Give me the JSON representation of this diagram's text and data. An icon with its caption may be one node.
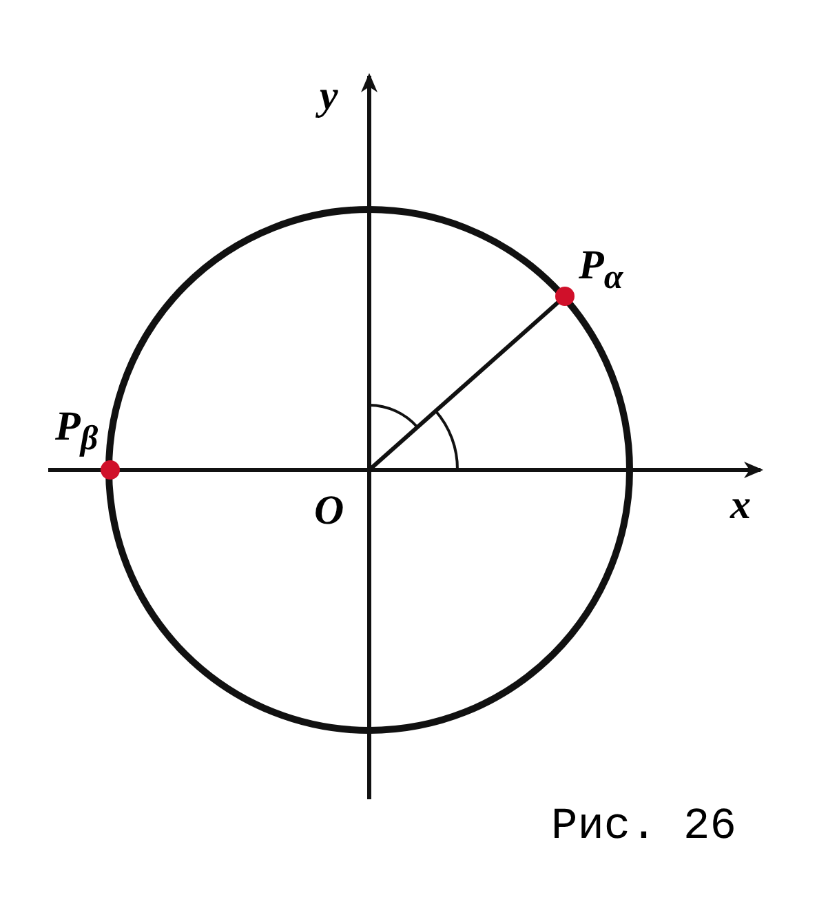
{
  "diagram": {
    "caption": "Рис. 26",
    "labels": [
      "y",
      "P$_{α}$",
      "P$_{β}$",
      "O",
      "x"
    ]
  }
}
